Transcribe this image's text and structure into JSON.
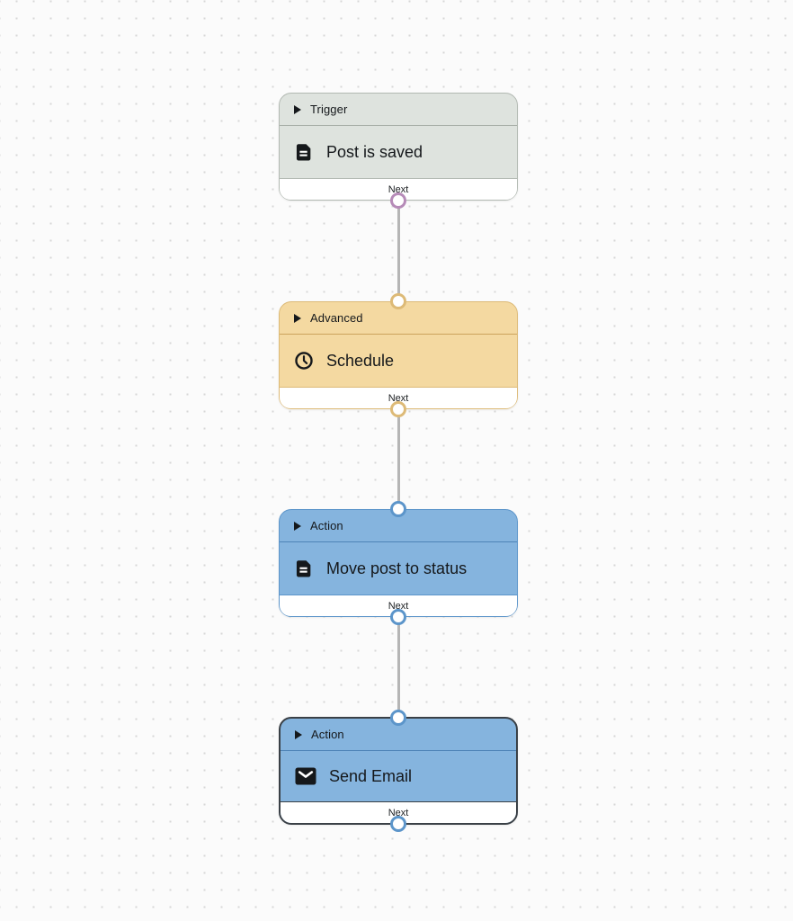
{
  "canvas": {
    "background_color": "#fbfbfb",
    "dot_color": "#d7d7d7"
  },
  "connectors": {
    "line_color": "#b5b5b5"
  },
  "nodes": [
    {
      "category_label": "Trigger",
      "title": "Post is saved",
      "icon": "document-icon",
      "next_label": "Next",
      "selected": false,
      "colors": {
        "bg": "#dee3de",
        "border": "#b2b9b2",
        "divider": "#a7aea7",
        "port": "#b68bb8"
      }
    },
    {
      "category_label": "Advanced",
      "title": "Schedule",
      "icon": "clock-icon",
      "next_label": "Next",
      "selected": false,
      "colors": {
        "bg": "#f4d9a1",
        "border": "#ddba77",
        "divider": "#cba35c",
        "port": "#ddba77"
      }
    },
    {
      "category_label": "Action",
      "title": "Move post to status",
      "icon": "document-icon",
      "next_label": "Next",
      "selected": false,
      "colors": {
        "bg": "#85b4de",
        "border": "#5c95ca",
        "divider": "#4d83b6",
        "port": "#5c95ca"
      }
    },
    {
      "category_label": "Action",
      "title": "Send Email",
      "icon": "envelope-icon",
      "next_label": "Next",
      "selected": true,
      "colors": {
        "bg": "#85b4de",
        "border": "#3a4046",
        "divider": "#4d83b6",
        "port": "#5c95ca"
      }
    }
  ]
}
